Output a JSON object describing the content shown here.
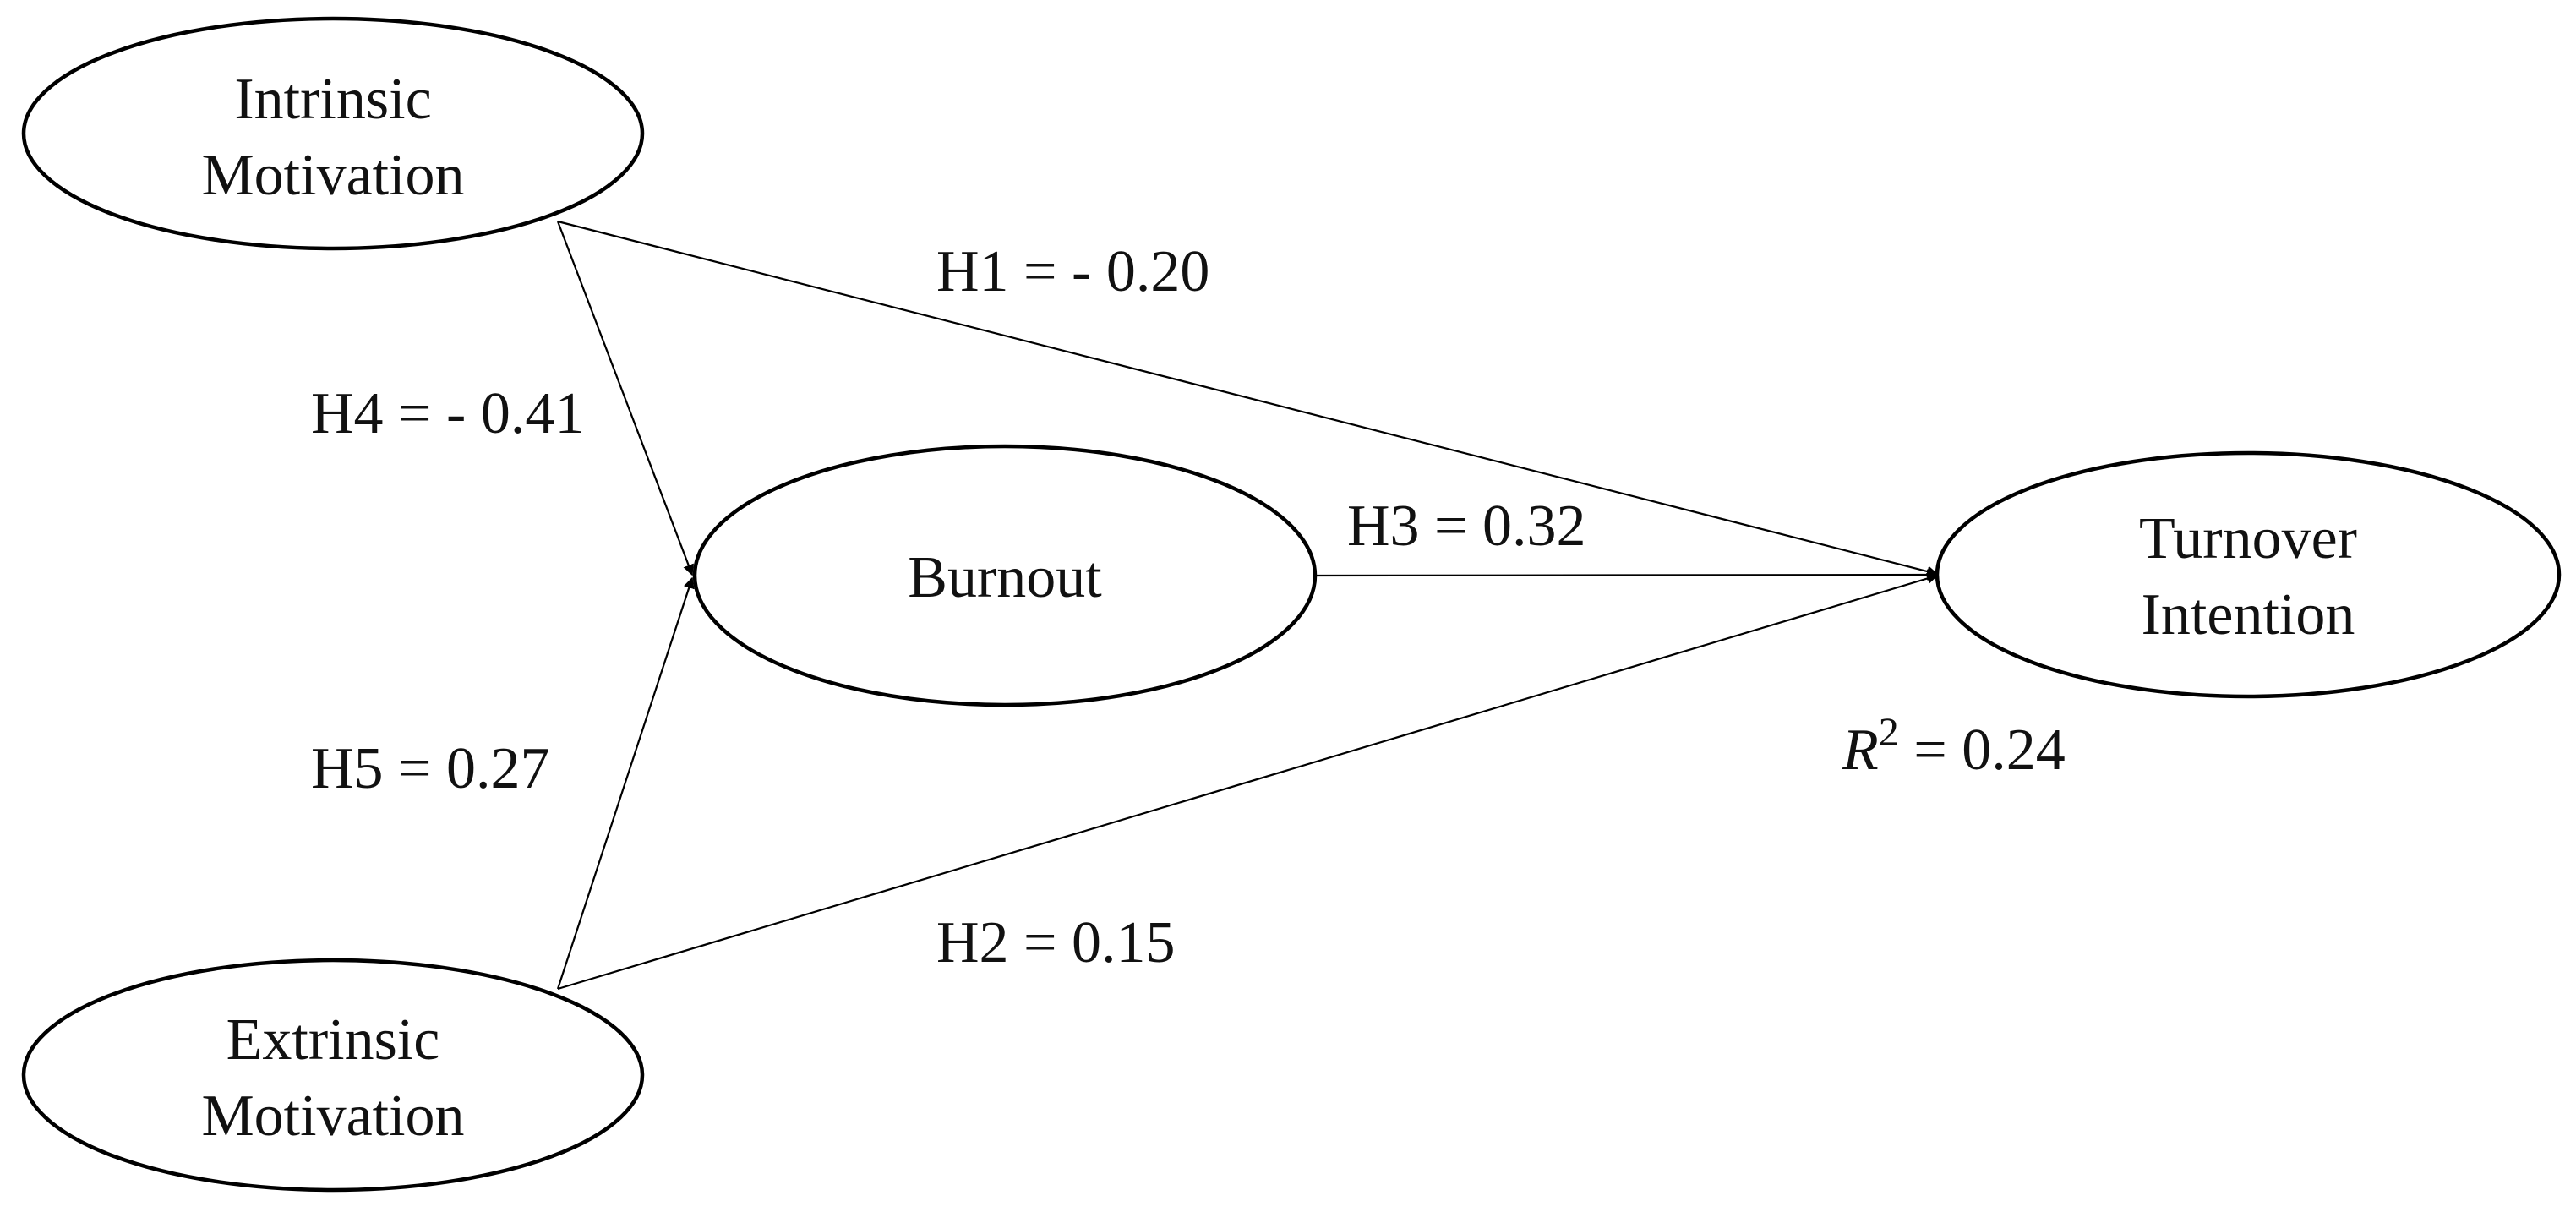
{
  "constructs": {
    "intrinsic_motivation": {
      "line1": "Intrinsic",
      "line2": "Motivation"
    },
    "extrinsic_motivation": {
      "line1": "Extrinsic",
      "line2": "Motivation"
    },
    "burnout": {
      "label": "Burnout"
    },
    "turnover_intention": {
      "line1": "Turnover",
      "line2": "Intention"
    }
  },
  "paths": {
    "h1": {
      "from": "Intrinsic Motivation",
      "to": "Turnover Intention",
      "label": "H1 = - 0.20"
    },
    "h2": {
      "from": "Extrinsic Motivation",
      "to": "Turnover Intention",
      "label": "H2 = 0.15"
    },
    "h3": {
      "from": "Burnout",
      "to": "Turnover Intention",
      "label": "H3 = 0.32"
    },
    "h4": {
      "from": "Intrinsic Motivation",
      "to": "Burnout",
      "label": "H4 = - 0.41"
    },
    "h5": {
      "from": "Extrinsic Motivation",
      "to": "Burnout",
      "label": "H5 = 0.27"
    }
  },
  "r_squared": {
    "symbol": "R",
    "exponent": "2",
    "value_text": " = 0.24"
  }
}
